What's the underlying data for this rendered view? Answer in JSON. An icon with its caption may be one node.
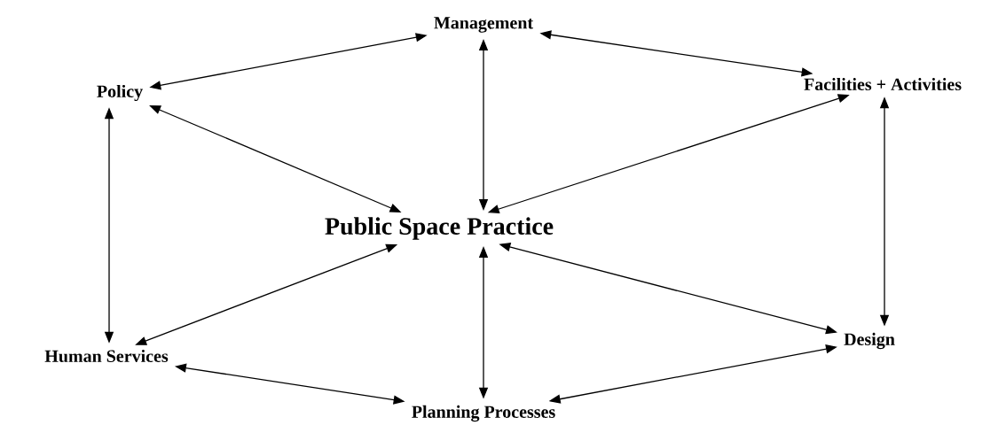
{
  "diagram": {
    "nodes": [
      {
        "text": [
          "Management"
        ]
      },
      {
        "text": [
          "Policy"
        ]
      },
      {
        "text": [
          "Facilities + Activities"
        ]
      },
      {
        "text": [
          "Public Space Practice"
        ]
      },
      {
        "text": [
          "Human Services"
        ]
      },
      {
        "text": [
          "Design"
        ]
      },
      {
        "text": [
          "Planning Processes"
        ]
      }
    ],
    "edges": [
      {
        "from": 1,
        "to": 0,
        "arrow": "both"
      },
      {
        "from": 0,
        "to": 2,
        "arrow": "both"
      },
      {
        "from": 0,
        "to": 3,
        "arrow": "both"
      },
      {
        "from": 1,
        "to": 3,
        "arrow": "both"
      },
      {
        "from": 2,
        "to": 3,
        "arrow": "both"
      },
      {
        "from": 1,
        "to": 4,
        "arrow": "both"
      },
      {
        "from": 4,
        "to": 3,
        "arrow": "both"
      },
      {
        "from": 2,
        "to": 5,
        "arrow": "both"
      },
      {
        "from": 3,
        "to": 5,
        "arrow": "both"
      },
      {
        "from": 3,
        "to": 6,
        "arrow": "both"
      },
      {
        "from": 4,
        "to": 6,
        "arrow": "both"
      },
      {
        "from": 6,
        "to": 5,
        "arrow": "both"
      }
    ]
  }
}
